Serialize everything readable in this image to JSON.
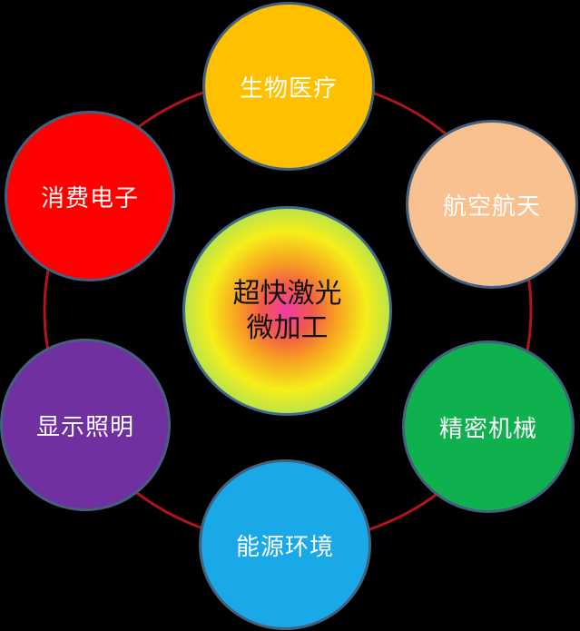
{
  "hub": {
    "line1": "超快激光",
    "line2": "微加工"
  },
  "ring_color": "#b0141c",
  "nodes": [
    {
      "label": "生物医疗",
      "color": "#ffc000"
    },
    {
      "label": "航空航天",
      "color": "#f9c18f"
    },
    {
      "label": "精密机械",
      "color": "#0fb14f"
    },
    {
      "label": "能源环境",
      "color": "#1aa9e8"
    },
    {
      "label": "显示照明",
      "color": "#7030a0"
    },
    {
      "label": "消费电子",
      "color": "#ff0000"
    }
  ]
}
